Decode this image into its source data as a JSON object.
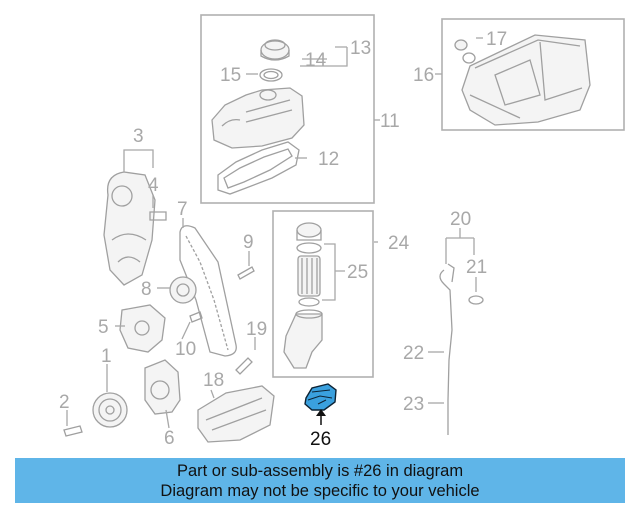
{
  "colors": {
    "accent": "#5fb5e8",
    "highlight_part": "#3aa0de",
    "line": "#a8a8a8"
  },
  "callouts": {
    "c1": "1",
    "c2": "2",
    "c3": "3",
    "c4": "4",
    "c5": "5",
    "c6": "6",
    "c7": "7",
    "c8": "8",
    "c9": "9",
    "c10": "10",
    "c11": "11",
    "c12": "12",
    "c13": "13",
    "c14": "14",
    "c15": "15",
    "c16": "16",
    "c17": "17",
    "c18": "18",
    "c19": "19",
    "c20": "20",
    "c21": "21",
    "c22": "22",
    "c23": "23",
    "c24": "24",
    "c25": "25",
    "c26": "26"
  },
  "banner": {
    "line1": "Part or sub-assembly is #26 in diagram",
    "line2": "Diagram may not be specific to your vehicle"
  }
}
